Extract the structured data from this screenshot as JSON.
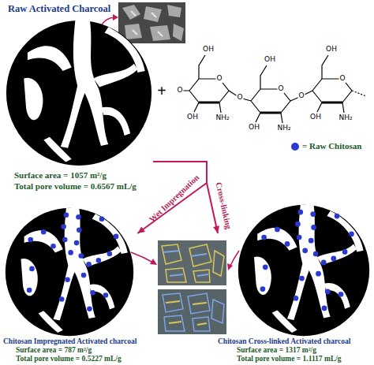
{
  "diagram": {
    "nodes": [
      {
        "text": [
          "Raw Activated Charcoal",
          "Surface area = 1057 m²/g",
          "Total pore volume = 0.6567 mL/g"
        ]
      },
      {
        "text": [
          "Chitosan Impregnated Activated charcoal",
          "Surface area = 787 m²/g",
          "Total pore volume = 0.5227 mL/g"
        ]
      },
      {
        "text": [
          "Chitosan Cross-linked Activated charcoal",
          "Surface area = 1317 m²/g",
          "Total pore volume = 1.1117 mL/g"
        ]
      }
    ],
    "edges": [
      {
        "from": 0,
        "to": 1,
        "arrow": "to",
        "label": "Wet Impregnation"
      },
      {
        "from": 0,
        "to": 2,
        "arrow": "to",
        "label": "Cross-linking"
      }
    ],
    "labels": [
      "+",
      "OH",
      "O",
      "OH",
      "NH₂",
      "OH",
      "O",
      "OH",
      "NH₂",
      "OH",
      "O",
      "OH",
      "NH₂",
      "O",
      "O",
      "O"
    ],
    "legend": [
      {
        "text": "= Raw Chitosan",
        "color": "#2a3ad0"
      }
    ]
  }
}
